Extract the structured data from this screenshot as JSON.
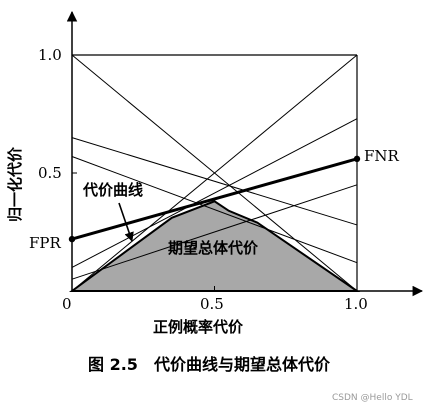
{
  "figure": {
    "x_axis_label": "正例概率代价",
    "y_axis_label": "归一化代价",
    "origin_label": "0",
    "x_ticks": [
      "0.5",
      "1.0"
    ],
    "y_ticks": [
      "0.5",
      "1.0"
    ],
    "fpr_label": "FPR",
    "fnr_label": "FNR",
    "cost_curve_label": "代价曲线",
    "area_label": "期望总体代价",
    "caption_number": "图 2.5",
    "caption_text": "代价曲线与期望总体代价",
    "watermark": "CSDN @Hello YDL"
  },
  "chart_data": {
    "type": "line",
    "xlim": [
      0,
      1
    ],
    "ylim": [
      0,
      1
    ],
    "xlabel": "正例概率代价",
    "ylabel": "归一化代价",
    "series": [
      {
        "x": [
          0,
          1
        ],
        "y": [
          1.0,
          0.0
        ]
      },
      {
        "x": [
          0,
          1
        ],
        "y": [
          0.65,
          0.28
        ]
      },
      {
        "x": [
          0,
          1
        ],
        "y": [
          0.57,
          0.12
        ]
      },
      {
        "x": [
          0,
          1
        ],
        "y": [
          0.0,
          1.0
        ]
      },
      {
        "x": [
          0,
          1
        ],
        "y": [
          0.1,
          0.73
        ]
      },
      {
        "x": [
          0,
          1
        ],
        "y": [
          0.05,
          0.45
        ]
      },
      {
        "x": [
          0,
          1
        ],
        "y": [
          0.22,
          0.56
        ]
      }
    ],
    "highlight_line": {
      "x": [
        0,
        1
      ],
      "y": [
        0.22,
        0.56
      ],
      "start_label": "FPR",
      "end_label": "FNR"
    },
    "lower_envelope": {
      "x": [
        0,
        0.35,
        0.5,
        0.55,
        0.65,
        1.0
      ],
      "y": [
        0,
        0.31,
        0.38,
        0.34,
        0.29,
        0
      ]
    },
    "annotations": [
      "代价曲线",
      "期望总体代价"
    ]
  }
}
